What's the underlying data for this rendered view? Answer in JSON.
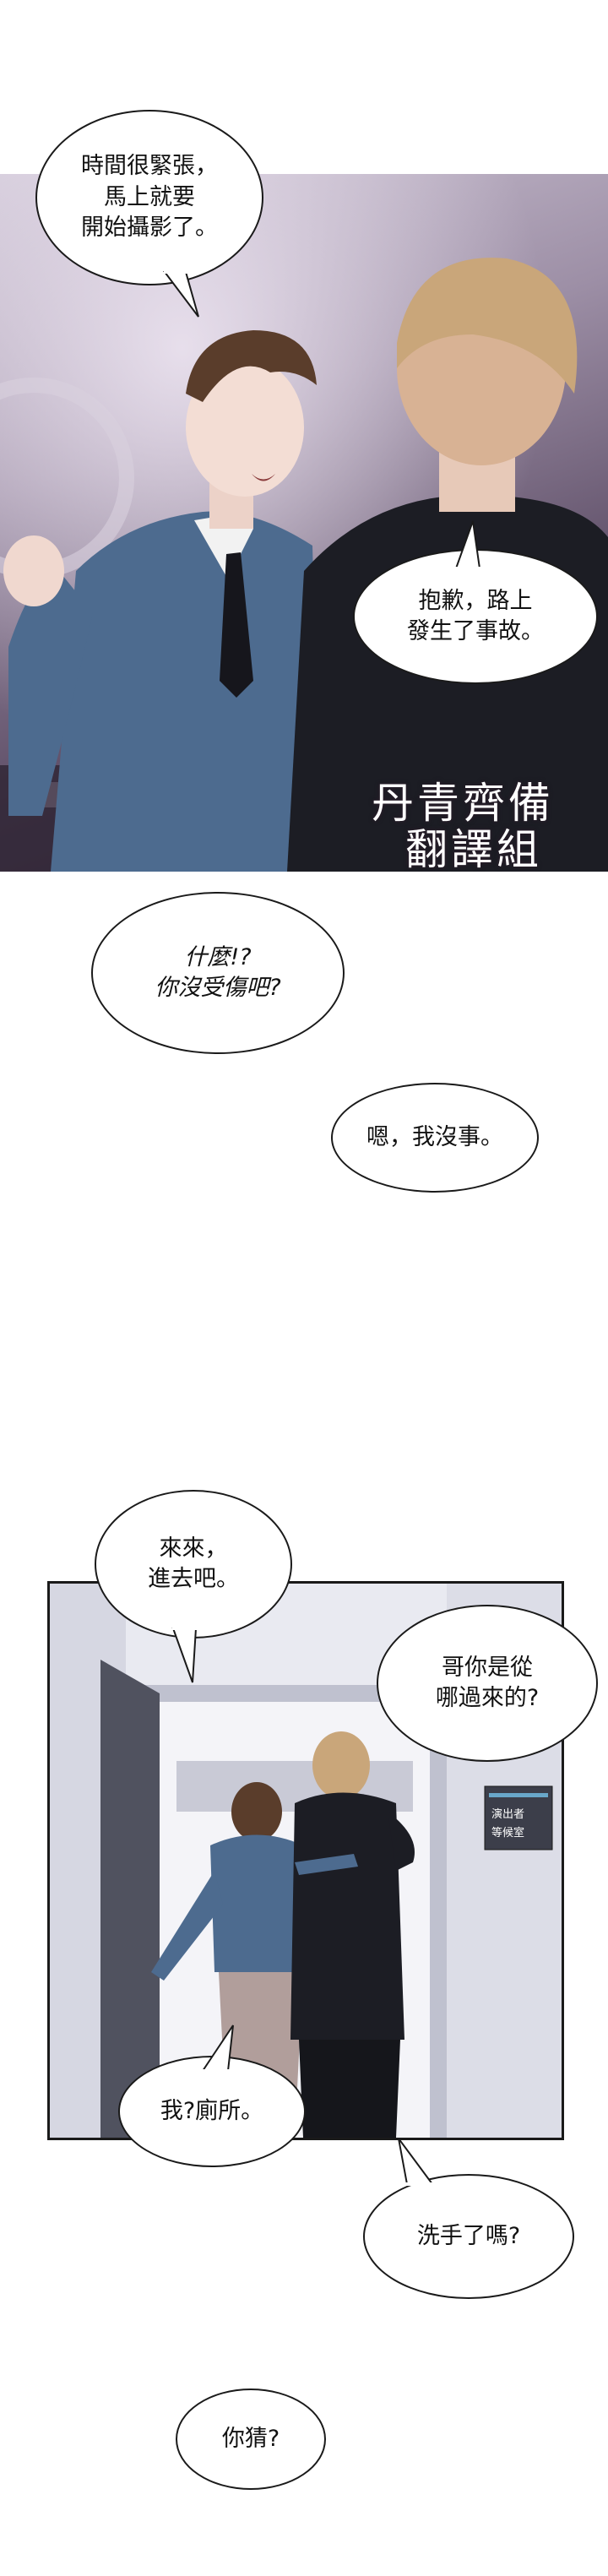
{
  "panel1": {
    "bubble_top": "時間很緊張，\n馬上就要\n開始攝影了。",
    "bubble_right": "抱歉，路上\n發生了事故。",
    "watermark_line1": "丹青齊備",
    "watermark_line2": "翻譯組"
  },
  "between": {
    "bubble_worried": "什麼!?\n你沒受傷吧?",
    "bubble_fine": "嗯，我沒事。"
  },
  "panel2": {
    "bubble_come_in": "來來，\n進去吧。",
    "bubble_where": "哥你是從\n哪過來的?",
    "door_sign_line1": "演出者",
    "door_sign_line2": "等候室",
    "bubble_toilet": "我?廁所。",
    "bubble_wash": "洗手了嗎?"
  },
  "end": {
    "bubble_guess": "你猜?"
  },
  "colors": {
    "panel1_bg": "#4a3b52",
    "suit_blue": "#4d6b8f",
    "shirt_white": "#f2f2f2",
    "hair_brown": "#5a3d2b",
    "hair_blonde": "#c9a67a",
    "jacket_black": "#1c1d24"
  }
}
